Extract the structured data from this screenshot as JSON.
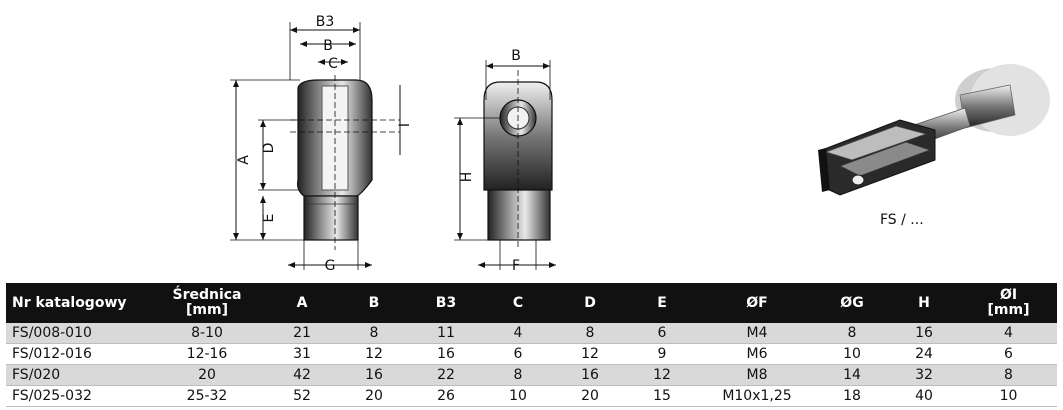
{
  "drawing": {
    "labels": {
      "B3": "B3",
      "B": "B",
      "C": "C",
      "A": "A",
      "D": "D",
      "E": "E",
      "G": "G",
      "I": "I",
      "B2": "B",
      "H": "H",
      "F": "F"
    },
    "caption": "FS / ..."
  },
  "table": {
    "headers": [
      "Nr katalogowy",
      "Średnica\n[mm]",
      "A",
      "B",
      "B3",
      "C",
      "D",
      "E",
      "ØF",
      "ØG",
      "H",
      "ØI\n[mm]"
    ],
    "rows": [
      [
        "FS/008-010",
        "8-10",
        "21",
        "8",
        "11",
        "4",
        "8",
        "6",
        "M4",
        "8",
        "16",
        "4"
      ],
      [
        "FS/012-016",
        "12-16",
        "31",
        "12",
        "16",
        "6",
        "12",
        "9",
        "M6",
        "10",
        "24",
        "6"
      ],
      [
        "FS/020",
        "20",
        "42",
        "16",
        "22",
        "8",
        "16",
        "12",
        "M8",
        "14",
        "32",
        "8"
      ],
      [
        "FS/025-032",
        "25-32",
        "52",
        "20",
        "26",
        "10",
        "20",
        "15",
        "M10x1,25",
        "18",
        "40",
        "10"
      ]
    ]
  }
}
